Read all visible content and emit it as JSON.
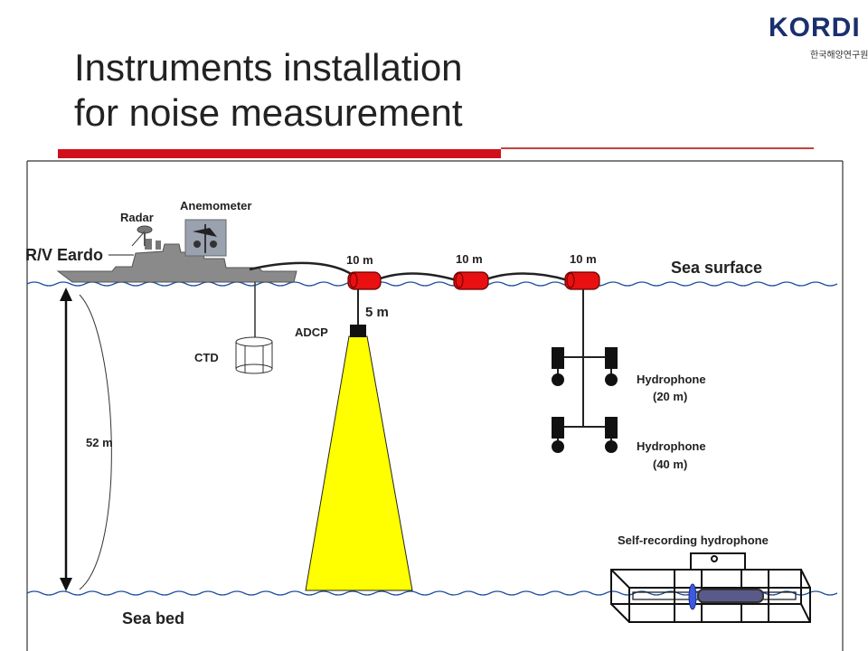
{
  "title": {
    "line1": "Instruments installation",
    "line2": "for noise measurement"
  },
  "logo": {
    "name": "KORDI",
    "subtitle": "한국해양연구원"
  },
  "colors": {
    "title_bar": "#d0101a",
    "beam": "#ffff00",
    "float": "#e81010",
    "water_line": "#1f4fa0"
  },
  "labels": {
    "anemometer": "Anemometer",
    "radar": "Radar",
    "ship": "R/V Eardo",
    "sea_surface": "Sea surface",
    "sea_bed": "Sea bed",
    "ctd": "CTD",
    "adcp": "ADCP",
    "depth": "52 m",
    "adcp_depth": "5 m",
    "spacing1": "10 m",
    "spacing2": "10 m",
    "spacing3": "10 m",
    "hydrophone_20": "Hydrophone",
    "hydrophone_20_depth": "(20 m)",
    "hydrophone_40": "Hydrophone",
    "hydrophone_40_depth": "(40 m)",
    "self_recording": "Self-recording hydrophone"
  },
  "icons": [
    "anemometer-icon",
    "radar-icon",
    "ship-icon",
    "ctd-icon",
    "adcp-icon",
    "float-icon",
    "hydrophone-icon",
    "self-recording-hydrophone-icon"
  ]
}
